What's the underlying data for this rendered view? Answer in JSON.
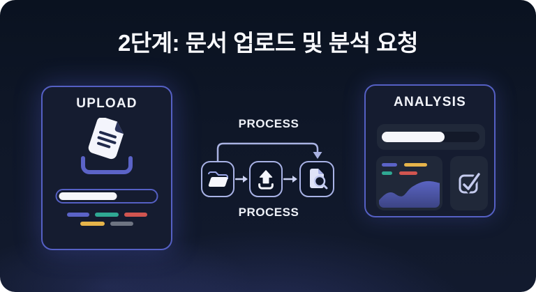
{
  "title": "2단계: 문서 업로드 및 분석 요청",
  "upload_panel": {
    "label": "UPLOAD",
    "icon": "document-drop-icon",
    "progress_percent": 58,
    "tags_row1_colors": [
      "#5b63c7",
      "#2fa893",
      "#d15550"
    ],
    "tags_row2_colors": [
      "#e6b44a",
      "#6e7482"
    ]
  },
  "process_flow": {
    "top_label": "PROCESS",
    "bottom_label": "PROCESS",
    "steps": [
      {
        "icon": "folder-open-icon"
      },
      {
        "icon": "upload-icon"
      },
      {
        "icon": "document-search-icon"
      }
    ],
    "connector": "skip-arrow-step1-to-step3"
  },
  "analysis_panel": {
    "label": "ANALYSIS",
    "progress_percent": 64,
    "chart_card": {
      "icon": "area-chart",
      "tags_row1_colors": [
        "#5b63c7",
        "#e6b44a"
      ],
      "tags_row2_colors": [
        "#2fa893",
        "#d15550"
      ]
    },
    "check_icon": "checkbox-checked-icon"
  },
  "colors": {
    "background": "#0f1728",
    "panel_border": "#5560c4",
    "panel_fill": "#151c30",
    "card_fill": "#202839",
    "step_box_border": "#a8b2e6",
    "accent_purple": "#5b63c7",
    "teal": "#2fa893",
    "red": "#d15550",
    "yellow": "#e6b44a",
    "gray": "#6e7482",
    "white": "#f5f6fa",
    "chart_fill_top": "#5a64c2",
    "chart_fill_bottom": "#3c4484"
  }
}
